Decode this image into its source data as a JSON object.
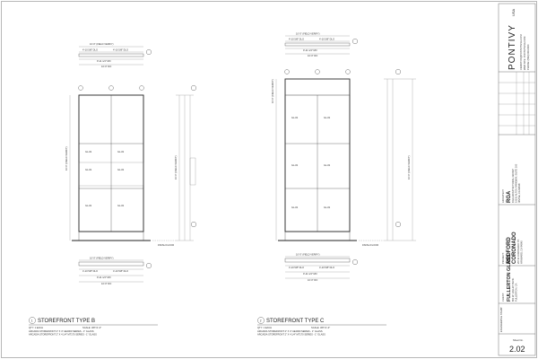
{
  "colors": {
    "line": "#333333",
    "blue": "#2f6fb6",
    "hatch": "#888888"
  },
  "elevations": [
    {
      "number": "1",
      "title": "STOREFRONT TYPE B",
      "qty": "QTY: 1 EACH",
      "scale": "SCALE: 3/8\"=1'-0\"",
      "note1": "ARCADIA STOREFRONT 2\" X 4\" AE4000 SERIES - 1\" GLASS",
      "note2": "ARCADIA STOREFRONT 2\" X 4 1/4\" MT170 SERIES - 1\" GLASS",
      "top_dim": "10'-0\" (FIELD VERIFY)",
      "sub_dim_a": "4'-10 5/8\" DLO",
      "sub_dim_b": "4'-10 5/8\" DLO",
      "mid_dim": "9'-11 1/4\" MO",
      "unit_dim": "10'-0\" RO",
      "left_overall": "10'-0\" (FIELD VERIFY)",
      "right_overall": "10'-0\" (FIELD VERIFY)",
      "floor_label": "FINISH FLOOR",
      "glass_tags": [
        "GL-#1",
        "GL-#1",
        "GL-#1",
        "GL-#1",
        "GL-#1",
        "GL-#1"
      ],
      "bottom_top_dim": "10'-0\" (FIELD VERIFY)",
      "bottom_sub_a": "4'-10 5/8\" DLO",
      "bottom_sub_b": "4'-10 5/8\" DLO",
      "bottom_mid": "9'-11 1/4\" MO",
      "bottom_unit": "10'-0\" RO"
    },
    {
      "number": "2",
      "title": "STOREFRONT TYPE C",
      "qty": "QTY: 1 EACH",
      "scale": "SCALE: 3/8\"=1'-0\"",
      "note1": "ARCADIA STOREFRONT 2\" X 4\" AE4000 SERIES - 1\" GLASS",
      "note2": "ARCADIA STOREFRONT 2\" X 4 1/4\" MT170 SERIES - 1\" GLASS",
      "top_dim": "10'-0\" (FIELD VERIFY)",
      "sub_dim_a": "4'-10 5/8\" DLO",
      "sub_dim_b": "4'-10 5/8\" DLO",
      "mid_dim": "9'-11 1/4\" MO",
      "unit_dim": "10'-0\" RO",
      "left_overall": "10'-0\" (FIELD VERIFY)",
      "right_overall": "10'-0\" (FIELD VERIFY)",
      "floor_label": "FINISH FLOOR",
      "glass_tags": [
        "GL-#1",
        "GL-#1",
        "GL-#1",
        "GL-#1",
        "GL-#1",
        "GL-#1"
      ],
      "bottom_top_dim": "10'-0\" (FIELD VERIFY)",
      "bottom_sub_a": "4'-10 5/8\" DLO",
      "bottom_sub_b": "4'-10 5/8\" DLO",
      "bottom_mid": "9'-11 1/4\" MO",
      "bottom_unit": "10'-0\" RO"
    }
  ],
  "title_block": {
    "brand": "PONTIVY",
    "brand_sub": "USA",
    "contact1": "CERRITOS@PONTIVYUSA.COM",
    "contact2": "WEB SITE: PONTIVYUSA.COM",
    "contact3": "PHONE: (562) 000-0000",
    "architect_label": "ARCHITECT:",
    "architect_name": "RGA",
    "architect_sub": "RGA ARCHITECTURAL GROUP",
    "architect_addr1": "15231 ALTON PARKWAY, SUITE 100",
    "architect_addr2": "IRVINE, CA 92618",
    "project_label": "PROJECT:",
    "project_name": "REDFORD",
    "project_name2": "CORONADO",
    "project_addr1": "20711 CORONADO ST.",
    "project_addr2": "HAYWARD, CA 94545",
    "client_label": "CLIENT:",
    "client_name": "FULLERTON GLASS",
    "client_addr1": "801 W. VALLEY BLVD.",
    "client_addr2": "FULLERTON, CA",
    "stamp_label": "ENGINEERING STAMP",
    "sheet_label": "Sheet No.",
    "sheet_number": "2.02"
  }
}
